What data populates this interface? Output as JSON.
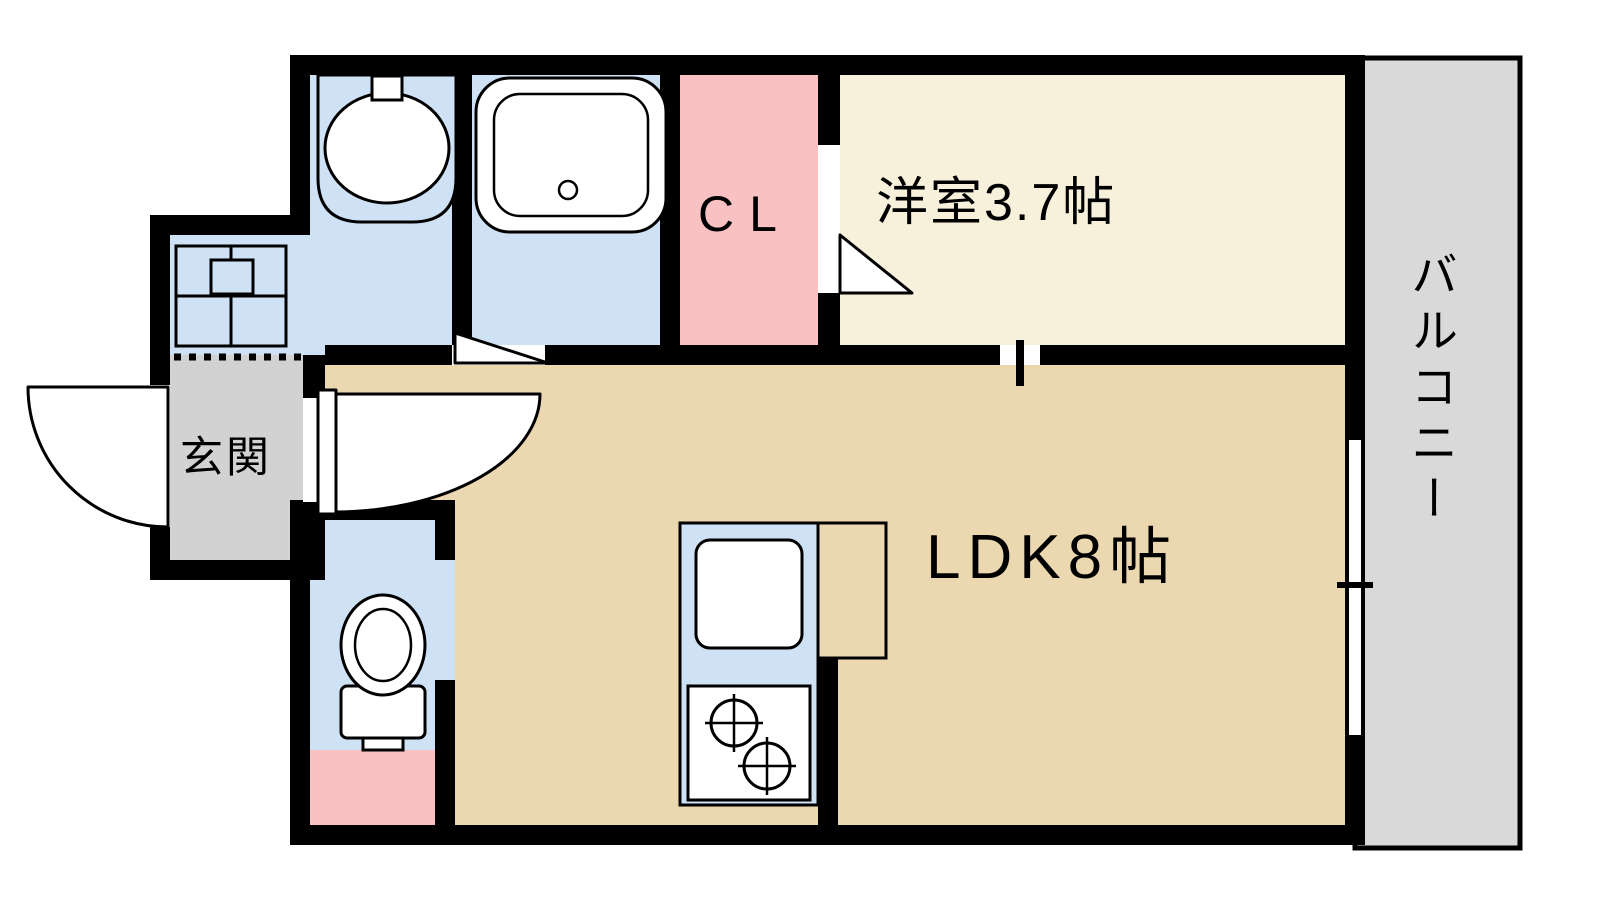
{
  "title": "apartment-floor-plan",
  "colors": {
    "wall": "#000000",
    "water_blue": "#cfe1f4",
    "closet_pink": "#f9c1c1",
    "western_cream": "#f7f1dc",
    "ldk_beige": "#ebd8b0",
    "entrance_gray": "#d2d2d2",
    "balcony_gray": "#d9d9d9",
    "fixture_white": "#ffffff"
  },
  "rooms": {
    "western": {
      "label": "洋室3.7帖"
    },
    "closet": {
      "label": "CL"
    },
    "ldk": {
      "label": "LDK8帖"
    },
    "entrance": {
      "label": "玄関"
    },
    "balcony": {
      "label": "バルコニー"
    }
  },
  "fixtures": {
    "bathtub": "bathtub",
    "vanity": "wash-basin",
    "laundry": "washing-machine-pan",
    "toilet": "toilet",
    "kitchen_sink": "kitchen-sink",
    "stove": "two-burner-stove"
  }
}
